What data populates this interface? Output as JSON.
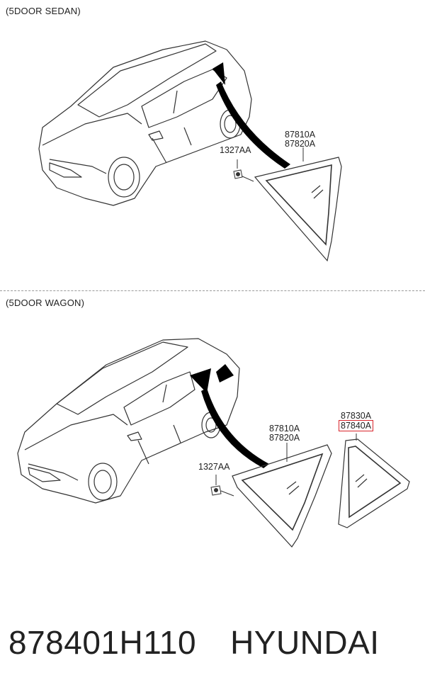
{
  "sedan": {
    "label": "(5DOOR SEDAN)",
    "callouts": {
      "glass_a": "87810A",
      "glass_b": "87820A",
      "clip": "1327AA"
    }
  },
  "wagon": {
    "label": "(5DOOR WAGON)",
    "callouts": {
      "glass_a": "87810A",
      "glass_b": "87820A",
      "clip": "1327AA",
      "rear_a": "87830A",
      "rear_b": "87840A"
    }
  },
  "footer": {
    "part_number": "878401H110",
    "brand": "HYUNDAI"
  },
  "colors": {
    "highlight": "#d8232a",
    "line": "#333333",
    "fill_black": "#000000"
  }
}
